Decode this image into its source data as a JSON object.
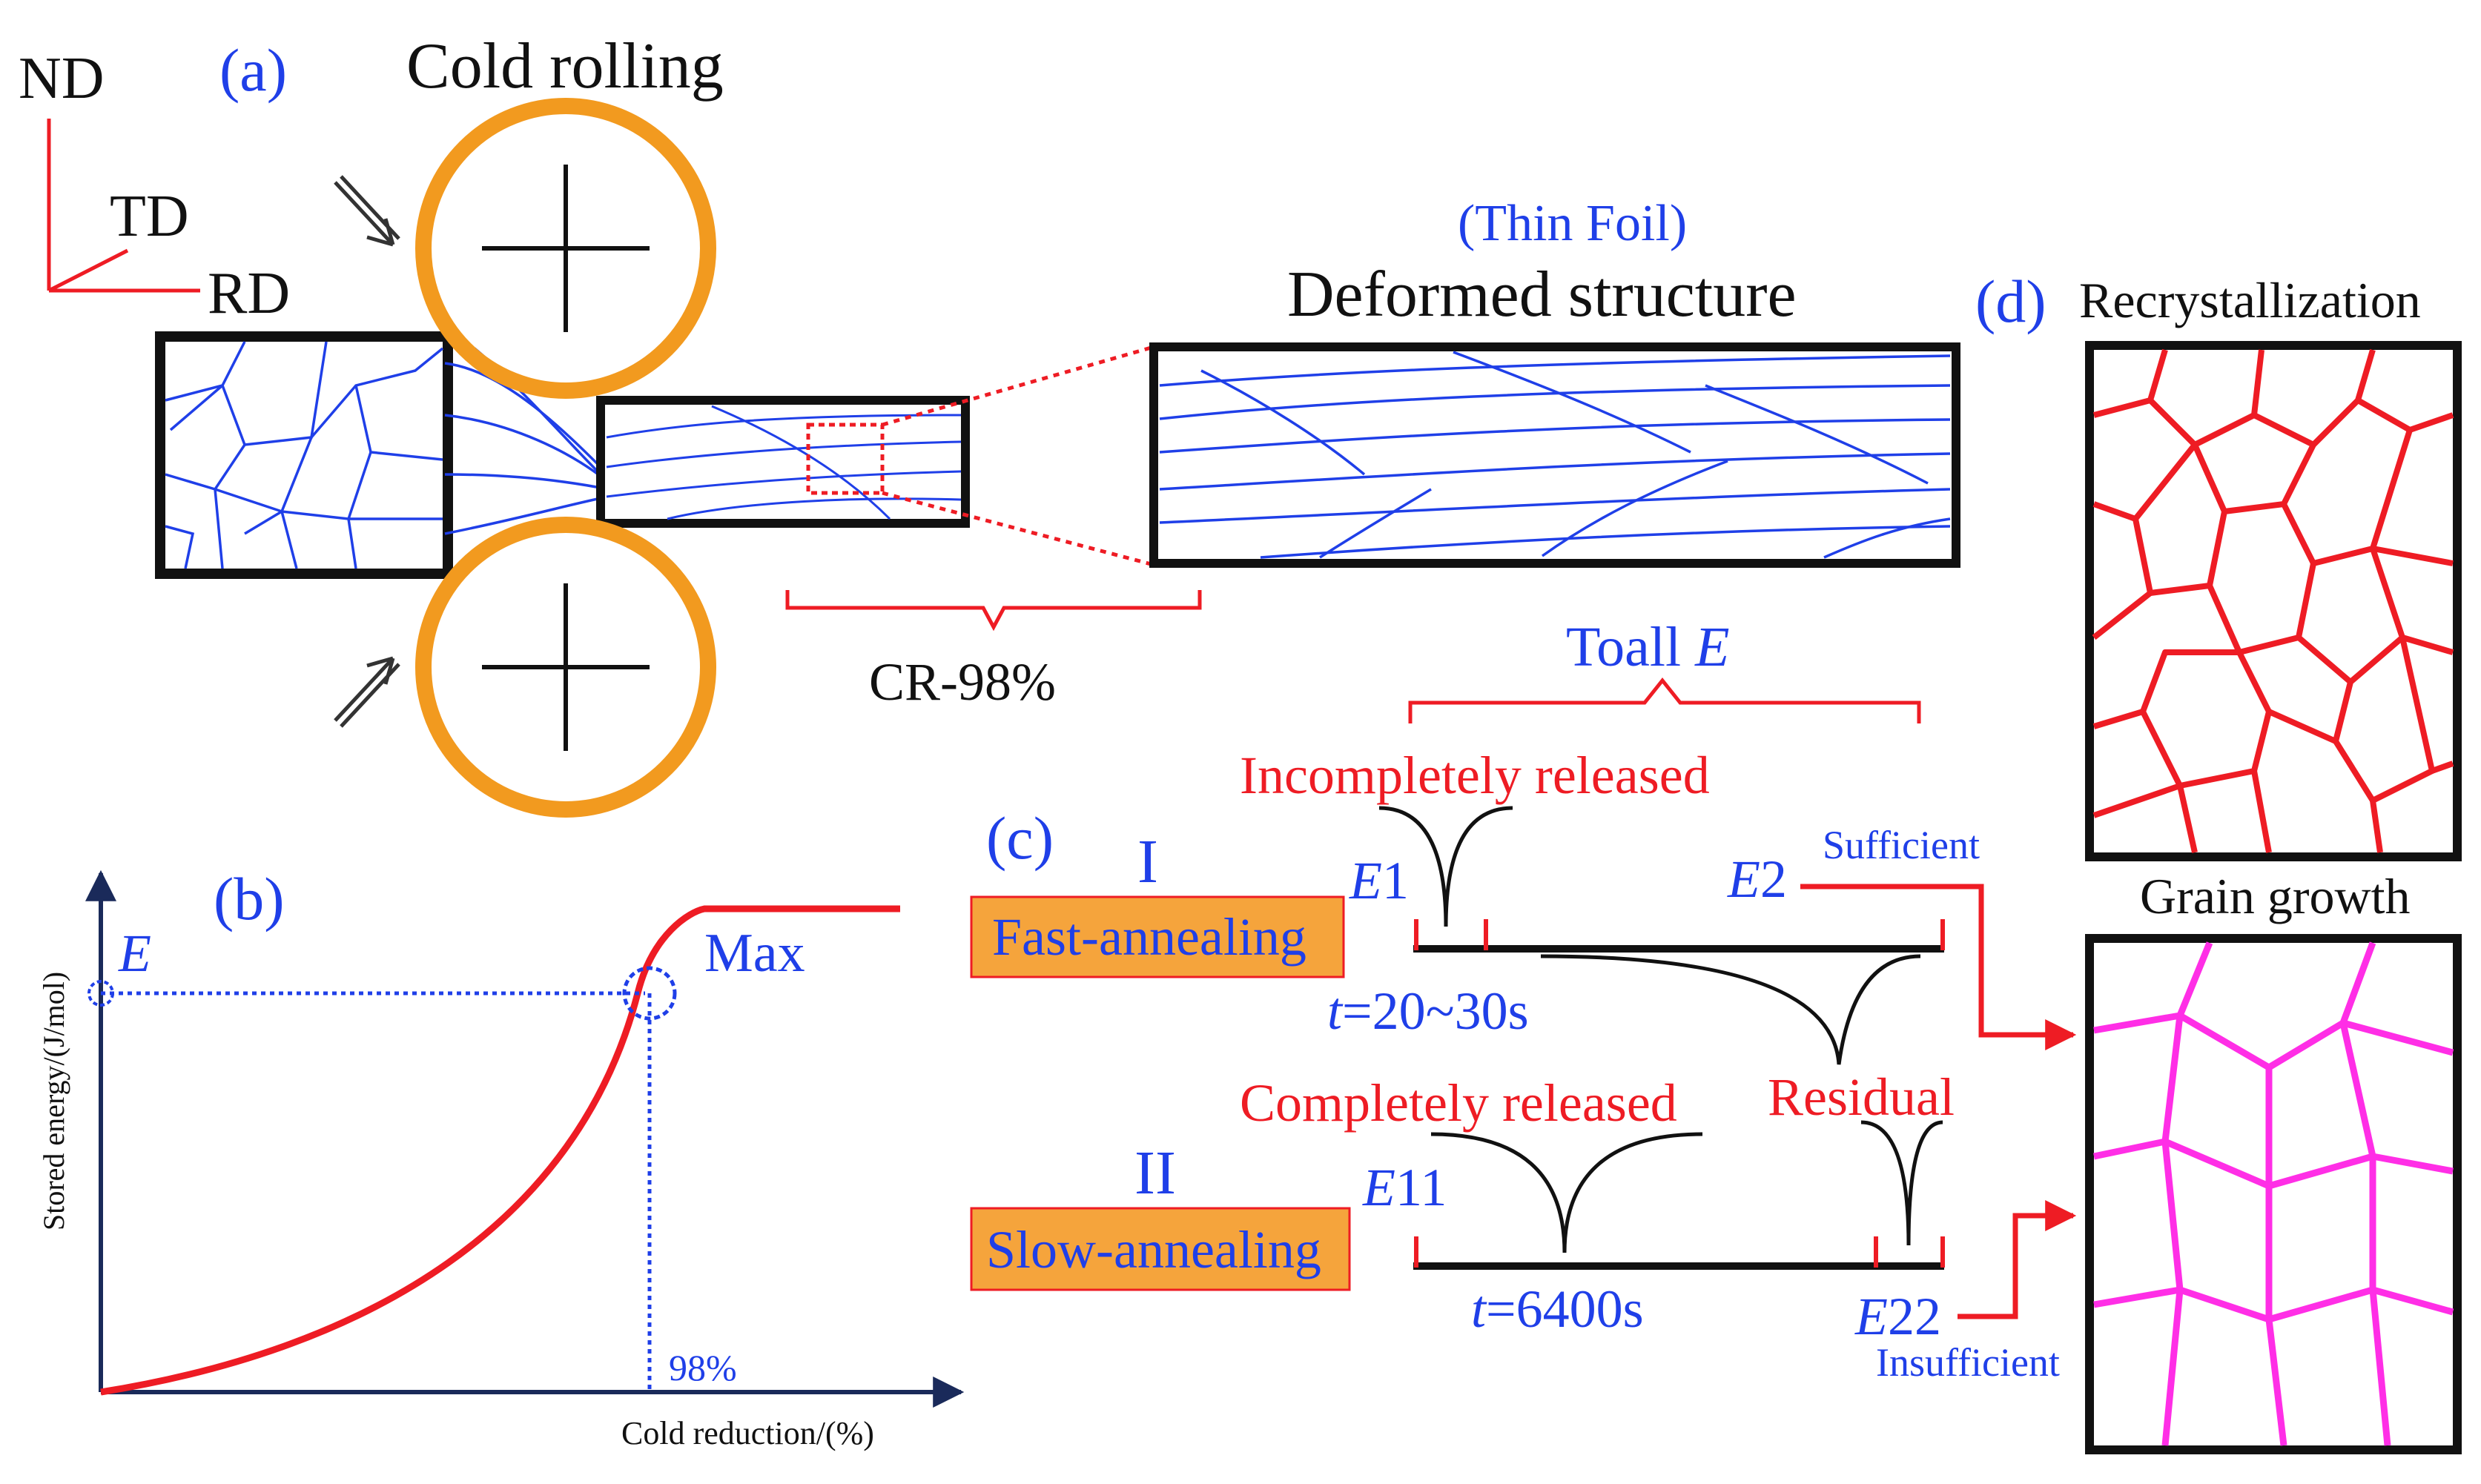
{
  "colors": {
    "blue": "#1f3fe8",
    "red": "#ee1c24",
    "orange": "#f29a1f",
    "orange_fill": "#f5a43c",
    "magenta": "#ff2ee6",
    "black": "#111111",
    "navy": "#1a2a5a"
  },
  "axes_frame": {
    "nd": "ND",
    "td": "TD",
    "rd": "RD"
  },
  "panel_a": {
    "tag": "(a)",
    "title": "Cold rolling",
    "thin_foil": "(Thin Foil)",
    "deformed": "Deformed structure",
    "cr_label": "CR-98%"
  },
  "panel_b": {
    "tag": "(b)",
    "e_label": "E",
    "max_label": "Max",
    "pct_label": "98%",
    "ylabel": "Stored energy/(J/mol)",
    "xlabel": "Cold reduction/(%)"
  },
  "panel_c": {
    "tag": "(c)",
    "total_prefix": "Toall ",
    "total_italic": "E",
    "route1": {
      "numeral": "I",
      "box": "Fast-annealing",
      "released": "Incompletely released",
      "e_start": "E",
      "e_start_sub": "1",
      "e_end": "E",
      "e_end_sub": "2",
      "status": "Sufficient",
      "time_t": "t",
      "time_val": "=20~30s"
    },
    "residual": "Residual",
    "route2": {
      "numeral": "II",
      "box": "Slow-annealing",
      "released": "Completely released",
      "e_start": "E",
      "e_start_sub": "11",
      "e_end": "E",
      "e_end_sub": "22",
      "status": "Insufficient",
      "time_t": "t",
      "time_val": "=6400s"
    }
  },
  "panel_d": {
    "tag": "(d)",
    "recryst": "Recrystallization",
    "growth": "Grain growth"
  }
}
